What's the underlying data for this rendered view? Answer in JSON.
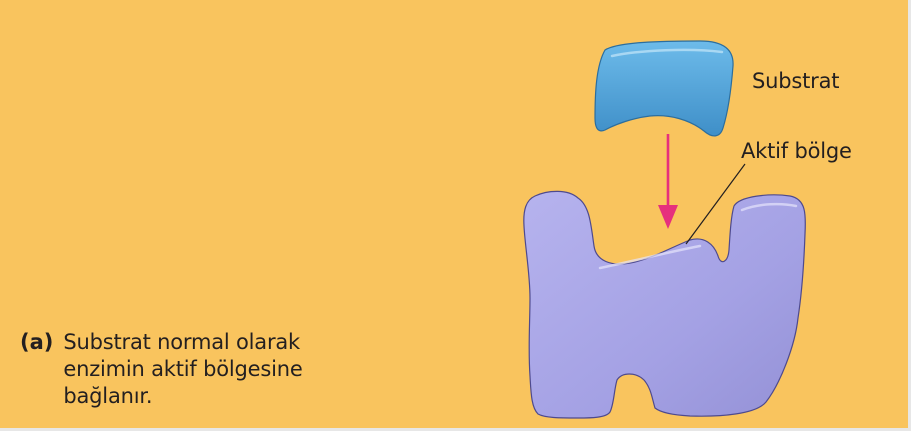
{
  "labels": {
    "substrate": "Substrat",
    "active_site": "Aktif bölge"
  },
  "caption": {
    "marker": "(a)",
    "lines": [
      "Substrat normal olarak",
      "enzimin aktif bölgesine",
      "bağlanır."
    ]
  },
  "colors": {
    "background": "#f9c45e",
    "substrate": "#5aa8dc",
    "enzyme": "#a8a6e6",
    "arrow": "#e6307d",
    "text": "#231f20"
  }
}
